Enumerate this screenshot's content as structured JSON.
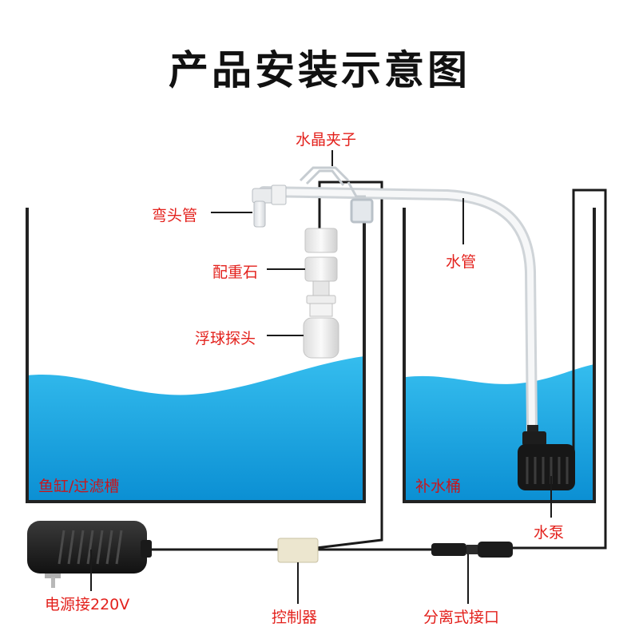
{
  "title": "产品安装示意图",
  "labels": {
    "crystal_clip": "水晶夹子",
    "elbow_pipe": "弯头管",
    "weight_stone": "配重石",
    "float_probe": "浮球探头",
    "water_pipe": "水管",
    "fish_tank": "鱼缸/过滤槽",
    "refill_bucket": "补水桶",
    "water_pump": "水泵",
    "power_adapter": "电源接220V",
    "controller": "控制器",
    "split_connector": "分离式接口"
  },
  "colors": {
    "label_red": "#e3211c",
    "water_top": "#2fb8ea",
    "water_bottom": "#0a8fd4",
    "tank_wall": "#222222",
    "pipe": "#eef0f2"
  }
}
